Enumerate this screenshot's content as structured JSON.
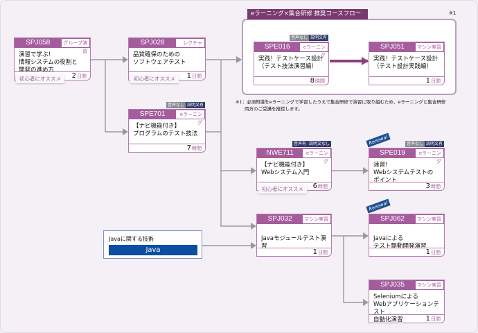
{
  "flow": {
    "title": "eラーニング×集合研修 推奨コースフロー",
    "note_mark": "※1",
    "note_line1": "※1：必須知識をeラーニングで学習したうえで集合研修で演習に取り組むため、eラーニングと集合研修",
    "note_line2": "両方のご受講を推奨します。"
  },
  "java_box": {
    "label": "Javaに関する技術",
    "button": "Java"
  },
  "recommend_label": "初心者にオススメ",
  "colors": {
    "accent": "#a45c9c",
    "frame_title": "#7a3a70",
    "java": "#0b4ea2",
    "connector": "#999999"
  },
  "cards": [
    {
      "code": "SPJ058",
      "type": "グループ演習",
      "title": "演習で学ぶ！\n情報システムの役割と\n開発の進め方",
      "duration": "2",
      "unit": "日間",
      "recommended": true
    },
    {
      "code": "SPJ028",
      "type": "レクチャ",
      "title": "品質確保のための\nソフトウェアテスト",
      "duration": "1",
      "unit": "日間",
      "recommended": true
    },
    {
      "code": "SPE701",
      "type": "eラーニング",
      "title": "【ナビ機能付き】\nプログラムのテスト技法",
      "duration": "7",
      "unit": "時間",
      "badges": [
        "音声なし",
        "説明文有"
      ]
    },
    {
      "code": "SPE016",
      "type": "eラーニング",
      "title": "実践！テストケース設計\n（テスト技法演習編）",
      "duration": "8",
      "unit": "時間",
      "badges": [
        "音声なし",
        "説明文有"
      ]
    },
    {
      "code": "SPJ051",
      "type": "マシン実習",
      "title": "実践！テストケース設計\n（テスト設計実践編）",
      "duration": "1",
      "unit": "日間"
    },
    {
      "code": "NWE711",
      "type": "eラーニング",
      "title": "【ナビ機能付き】\nWebシステム入門",
      "duration": "6",
      "unit": "時間",
      "recommended": true,
      "badges": [
        "音声有",
        "説明文なし"
      ]
    },
    {
      "code": "SPE019",
      "type": "eラーニング",
      "title": "速習!\nWebシステムテストの\nポイント",
      "duration": "3",
      "unit": "時間",
      "renewal": "Renewal",
      "badges": [
        "音声なし",
        "説明文有"
      ]
    },
    {
      "code": "SPJ032",
      "type": "マシン実習",
      "title": "\nJavaモジュールテスト演習",
      "duration": "1",
      "unit": "日間"
    },
    {
      "code": "SPJ062",
      "type": "マシン実習",
      "title": "\nJavaによる\nテスト駆動開発演習",
      "duration": "1",
      "unit": "日間",
      "renewal": "Renewal"
    },
    {
      "code": "SPJ035",
      "type": "マシン実習",
      "title": "Seleniumによる\nWebアプリケーションテスト\n自動化演習",
      "duration": "1",
      "unit": "日間"
    }
  ]
}
